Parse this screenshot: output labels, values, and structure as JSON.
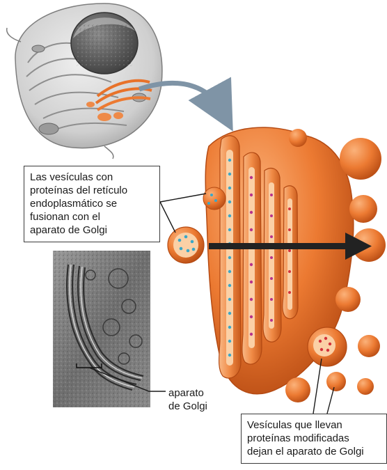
{
  "diagram": {
    "callout_vesicles_in": {
      "lines": [
        "Las vesículas con",
        "proteínas del retículo",
        "endoplasmático se",
        "fusionan con el",
        "aparato de Golgi"
      ]
    },
    "micrograph_label": {
      "lines": [
        "aparato",
        "de Golgi"
      ]
    },
    "callout_vesicles_out": {
      "lines": [
        "Vesículas que llevan",
        "proteínas modificadas",
        "dejan el aparato de Golgi"
      ]
    },
    "colors": {
      "golgi_orange": "#e8722a",
      "golgi_light": "#f6a86a",
      "protein_blue": "#3aa7c8",
      "protein_magenta": "#b8338c",
      "protein_red": "#d4323a",
      "arrow_dark": "#222222",
      "arrow_blue_gray": "#7f94a6",
      "cell_gray": "#c9c9c9"
    },
    "icons": [
      "cell-illustration",
      "golgi-apparatus-illustration",
      "electron-micrograph",
      "transport-arrow"
    ]
  }
}
